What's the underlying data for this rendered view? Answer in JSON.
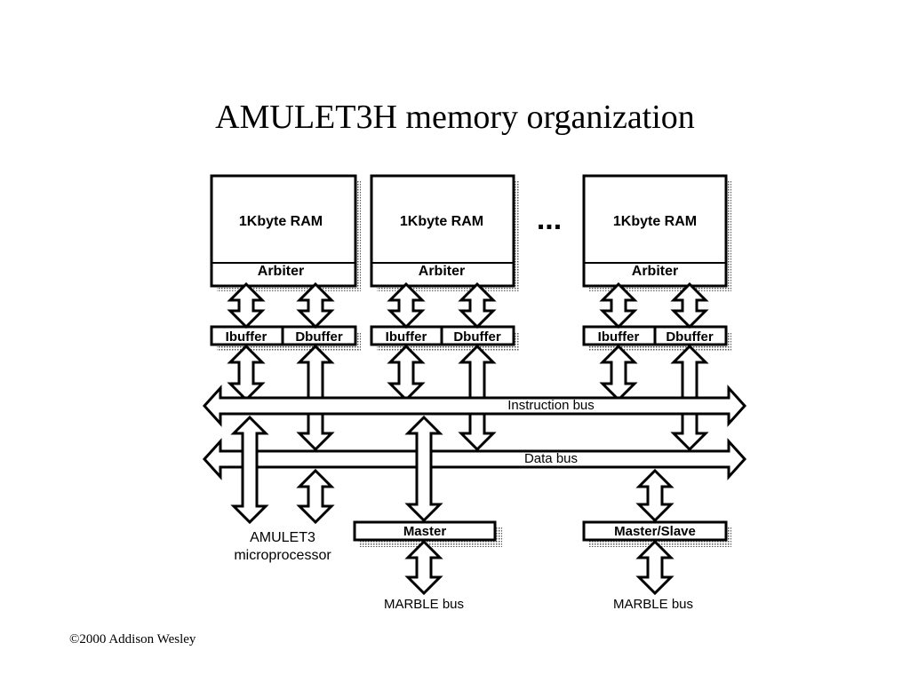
{
  "slide": {
    "title": "AMULET3H memory organization",
    "footer": "©2000 Addison Wesley"
  },
  "diagram": {
    "ram_blocks": [
      {
        "label": "1Kbyte RAM",
        "arbiter": "Arbiter",
        "ibuffer": "Ibuffer",
        "dbuffer": "Dbuffer"
      },
      {
        "label": "1Kbyte RAM",
        "arbiter": "Arbiter",
        "ibuffer": "Ibuffer",
        "dbuffer": "Dbuffer"
      },
      {
        "label": "1Kbyte RAM",
        "arbiter": "Arbiter",
        "ibuffer": "Ibuffer",
        "dbuffer": "Dbuffer"
      }
    ],
    "ellipsis": "...",
    "buses": {
      "instruction": "Instruction bus",
      "data": "Data bus"
    },
    "processor": {
      "line1": "AMULET3",
      "line2": "microprocessor"
    },
    "master": "Master",
    "master_slave": "Master/Slave",
    "marble_bus_left": "MARBLE bus",
    "marble_bus_right": "MARBLE bus"
  }
}
